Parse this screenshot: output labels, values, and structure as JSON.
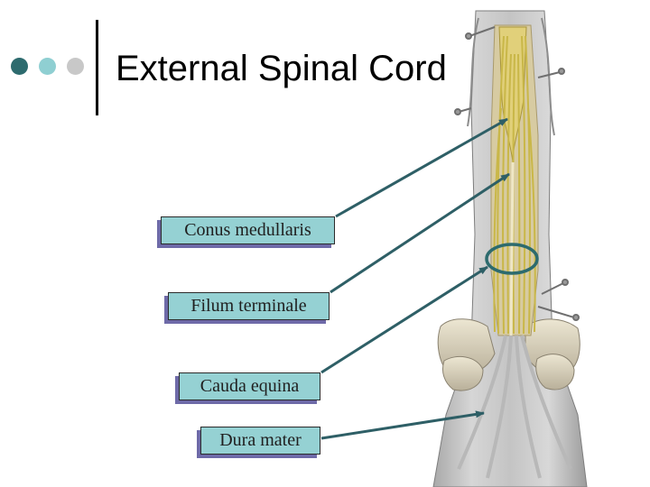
{
  "title": "External Spinal Cord",
  "labels": [
    {
      "id": "conus",
      "text": "Conus medullaris"
    },
    {
      "id": "filum",
      "text": "Filum terminale"
    },
    {
      "id": "cauda",
      "text": "Cauda equina"
    },
    {
      "id": "dura",
      "text": "Dura mater"
    }
  ],
  "colors": {
    "dot_dark": "#2d6b6e",
    "dot_light": "#8fcfd2",
    "dot_gray": "#c8c8c8",
    "label_fill": "#95d1d3",
    "arrow": "#2e5f66"
  }
}
